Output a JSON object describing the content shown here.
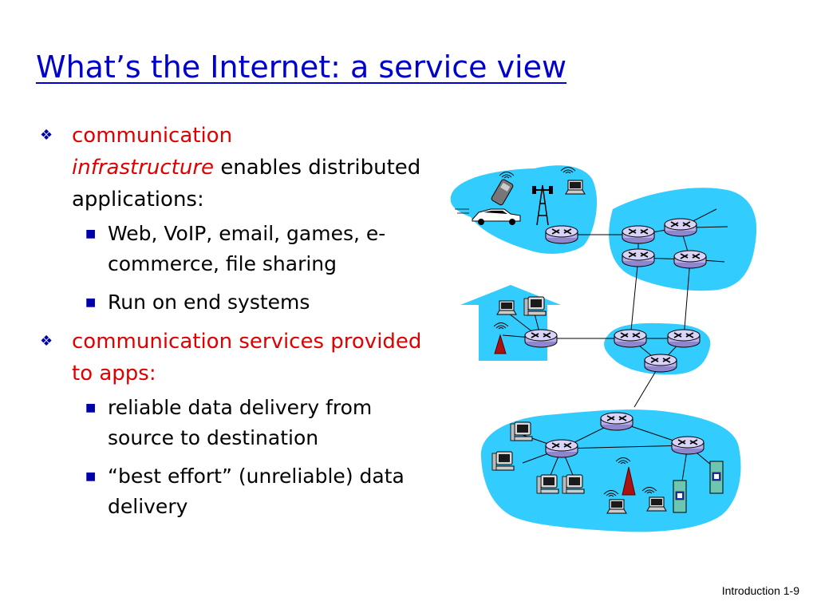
{
  "slide": {
    "title": "What’s the Internet: a service view",
    "footer": "Introduction 1-9",
    "colors": {
      "title": "#0000cc",
      "highlight": "#e00000",
      "cloud": "#33ccff",
      "router_fill": "#b8b0e8"
    }
  },
  "bullets": [
    {
      "icon": "diamond-bullet-icon",
      "red_text": "communication",
      "red_italic": "infrastructure",
      "text": "enables distributed applications:",
      "sub": [
        {
          "icon": "square-bullet-icon",
          "text": "Web, VoIP, email, games, e-commerce, file sharing"
        },
        {
          "icon": "square-bullet-icon",
          "text": "Run on end systems"
        }
      ]
    },
    {
      "icon": "diamond-bullet-icon",
      "red_text": "communication services provided to apps:",
      "sub": [
        {
          "icon": "square-bullet-icon",
          "text": "reliable data delivery from source to destination"
        },
        {
          "icon": "square-bullet-icon",
          "text": "“best effort” (unreliable) data delivery"
        }
      ]
    }
  ],
  "diagram": {
    "icons": [
      "router-icon",
      "desktop-computer-icon",
      "laptop-icon",
      "server-icon",
      "cellular-tower-icon",
      "wireless-access-point-icon",
      "mobile-phone-icon",
      "car-icon",
      "house-icon"
    ]
  }
}
